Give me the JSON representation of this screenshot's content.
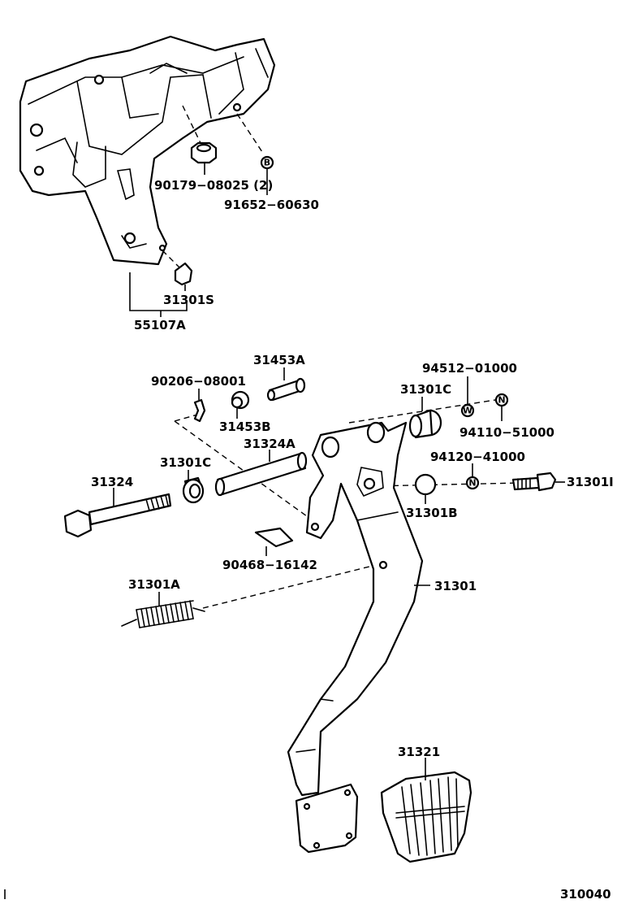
{
  "diagram": {
    "callouts": {
      "p90179": "90179−08025 (2)",
      "p91652": "91652−60630",
      "p31301S": "31301S",
      "p55107A": "55107A",
      "p31453A": "31453A",
      "p90206": "90206−08001",
      "p31453B": "31453B",
      "p94512": "94512−01000",
      "p31301C_right": "31301C",
      "p94110": "94110−51000",
      "p31324A": "31324A",
      "p31301C_left": "31301C",
      "p94120": "94120−41000",
      "p31324": "31324",
      "p31301I": "31301I",
      "p31301B": "31301B",
      "p90468": "90468−16142",
      "p31301A": "31301A",
      "p31301": "31301",
      "p31321": "31321"
    },
    "symbols": {
      "bolt_b": "B",
      "washer_w": "W",
      "nut_n_top": "N",
      "nut_n_mid": "N"
    },
    "reference_code": "310040"
  }
}
